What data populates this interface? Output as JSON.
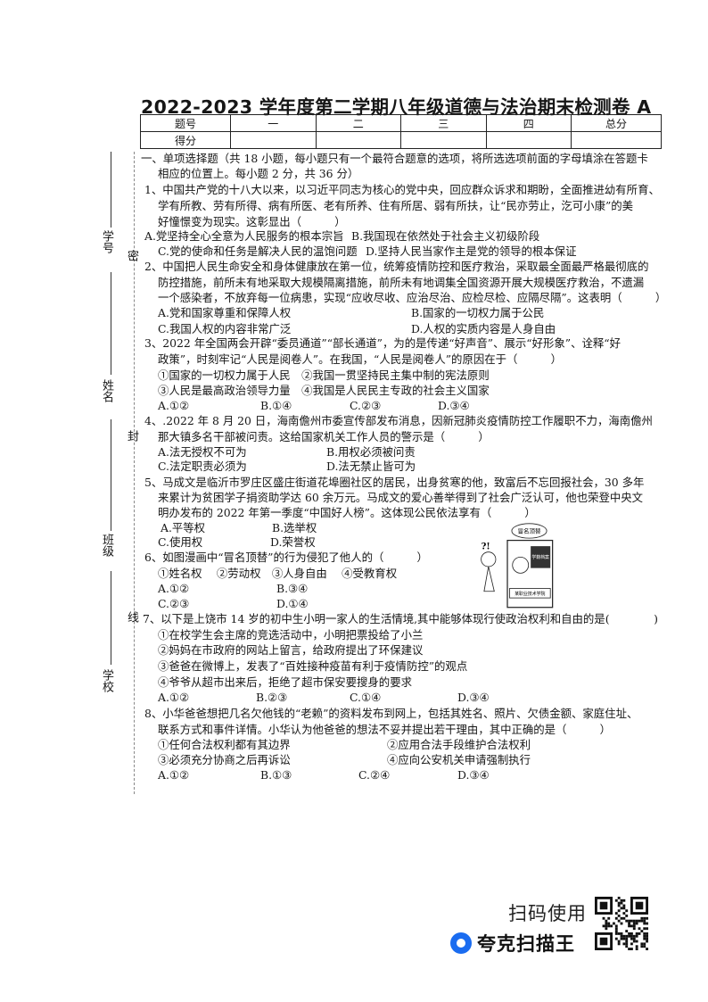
{
  "title": "2022-2023 学年度第二学期八年级道德与法治期末检测卷 A",
  "score_table": {
    "headers": [
      "题号",
      "一",
      "二",
      "三",
      "四",
      "总分"
    ],
    "row_label": "得分"
  },
  "side_labels": {
    "student_no": "学号",
    "seal_1": "密",
    "name": "姓名",
    "seal_2": "封",
    "class": "班级",
    "seal_3": "线",
    "school": "学校"
  },
  "section": {
    "lines": [
      "一、单项选择题（共 18 小题，每小题只有一个最符合题意的选项，将所选选项前面的字母填涂在答题卡",
      "相应的位置上。每小题 2 分，共 36 分）"
    ]
  },
  "questions": [
    {
      "stem": [
        "1、中国共产党的十八大以来，以习近平同志为核心的党中央，回应群众诉求和期盼，全面推进幼有所育、",
        "学有所教、劳有所得、病有所医、老有所养、住有所居、弱有所扶，让“民亦劳止，汔可小康”的美",
        "好憧憬变为现实。这彰显出（　　　）"
      ],
      "options": [
        "A.党坚持全心全意为人民服务的根本宗旨",
        "B.我国现在依然处于社会主义初级阶段",
        "C.党的使命和任务是解决人民的温饱问题",
        "D.坚持人民当家作主是党的领导的根本保证"
      ]
    },
    {
      "stem": [
        "2、中国把人民生命安全和身体健康放在第一位，统筹疫情防控和医疗救治，采取最全面最严格最彻底的",
        "防控措施，前所未有地采取大规模隔离措施，前所未有地调集全国资源开展大规模医疗救治，不遗漏",
        "一个感染者，不放弃每一位病患，实现“应收尽收、应治尽治、应检尽检、应隔尽隔”。这表明（　　　）"
      ],
      "options": [
        "A.党和国家尊重和保障人权",
        "B.国家的一切权力属于公民",
        "C.我国人权的内容非常广泛",
        "D.人权的实质内容是人身自由"
      ]
    },
    {
      "stem": [
        "3、2022 年全国两会开辟“委员通道”“部长通道”，为的是传递“好声音”、展示“好形象”、诠释“好",
        "政策”，时刻牢记“人民是阅卷人”。在我国，“人民是阅卷人”的原因在于（　　　）"
      ],
      "statements": [
        "①国家的一切权力属于人民　②我国一贯坚持民主集中制的宪法原则",
        "③人民是最高政治领导力量　④我国是人民民主专政的社会主义国家"
      ],
      "options": [
        "A.①②",
        "B.①④",
        "C.②③",
        "D.③④"
      ]
    },
    {
      "stem": [
        "4、.2022 年 8 月 20 日，海南儋州市委宣传部发布消息，因新冠肺炎疫情防控工作履职不力，海南儋州",
        "那大镇多名干部被问责。这给国家机关工作人员的警示是（　　　）"
      ],
      "options": [
        "A.法无授权不可为",
        "B.用权必须被问责",
        "C.法定职责必须为",
        "D.法无禁止皆可为"
      ]
    },
    {
      "stem": [
        "5、马成文是临沂市罗庄区盛庄街道花埠圈社区的居民，出身贫寒的他，致富后不忘回报社会，30 多年",
        "来累计为贫困学子捐资助学达 60 余万元。马成文的爱心善举得到了社会广泛认可，他也荣登中央文",
        "明办发布的 2022 年第一季度“中国好人榜”。这体现公民依法享有（　　　）"
      ],
      "options": [
        "A.平等权",
        "B.选举权",
        "C.使用权",
        "D.荣誉权"
      ]
    },
    {
      "stem": [
        "6、如图漫画中“冒名顶替”的行为侵犯了他人的（　　　）"
      ],
      "statements": [
        "①姓名权　 ②劳动权　③人身自由　 ④受教育权"
      ],
      "options": [
        "A.①②",
        "B.③④",
        "C.②③",
        "D.①④"
      ]
    },
    {
      "stem": [
        "7、以下是上饶市 14 岁的初中生小明一家人的生活情境,其中能够体现行使政治权利和自由的是(　　　　)"
      ],
      "statements": [
        "①在校学生会主席的竞选活动中，小明把票投给了小兰",
        "②妈妈在市政府的网站上留言，给政府提出了环保建议",
        "③爸爸在微博上，发表了“百姓接种疫苗有利于疫情防控”的观点",
        "④爷爷从超市出来后，拒绝了超市保安要搜身的要求"
      ],
      "options": [
        "A.①②",
        "B.②③",
        "C.①④",
        "D.③④"
      ]
    },
    {
      "stem": [
        "8、小华爸爸想把几名欠他钱的“老赖”的资料发布到网上，包括其姓名、照片、欠债金额、家庭住址、",
        "联系方式和事件详情。小华认为他爸爸的想法不妥并提出若干理由，其中正确的是（　　　）"
      ],
      "statements": [
        "①任何合法权利都有其边界",
        "②应用合法手段维护合法权利",
        "③必须充分协商之后再诉讼",
        "④应向公安机关申请强制执行"
      ],
      "options": [
        "A.①②",
        "B.①③",
        "C.②④",
        "D.③④"
      ]
    }
  ],
  "cartoon": {
    "bubble": "冒名顶替",
    "folder": "学籍档案",
    "sign": "某职业技术学院"
  },
  "footer": {
    "scan_text": "扫码使用",
    "brand": "夸克扫描王",
    "brand_color": "#1a6cf0",
    "qr_icon": "qr-code-icon"
  }
}
